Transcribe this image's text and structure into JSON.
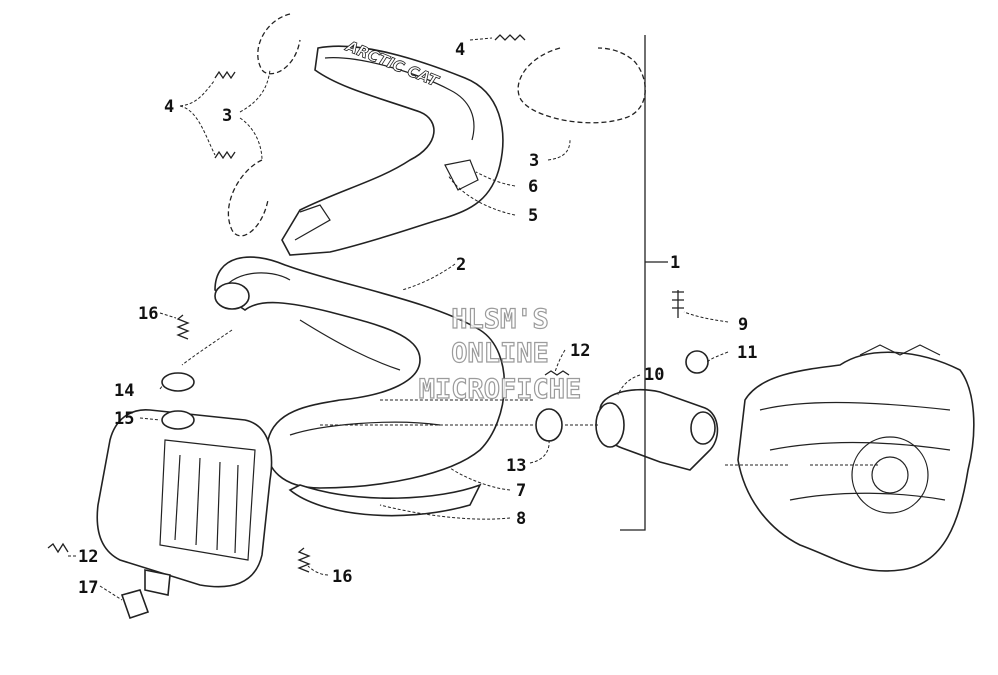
{
  "diagram": {
    "callouts": {
      "c1": "1",
      "c2": "2",
      "c3a": "3",
      "c3b": "3",
      "c4a": "4",
      "c4b": "4",
      "c5": "5",
      "c6": "6",
      "c7": "7",
      "c8": "8",
      "c9": "9",
      "c10": "10",
      "c11": "11",
      "c12a": "12",
      "c12b": "12",
      "c13": "13",
      "c14": "14",
      "c15": "15",
      "c16a": "16",
      "c16b": "16",
      "c17": "17"
    },
    "heat_shield_logo": "ARCTIC CAT",
    "watermark": [
      "HLSM'S",
      "ONLINE",
      "MICROFICHE"
    ]
  }
}
